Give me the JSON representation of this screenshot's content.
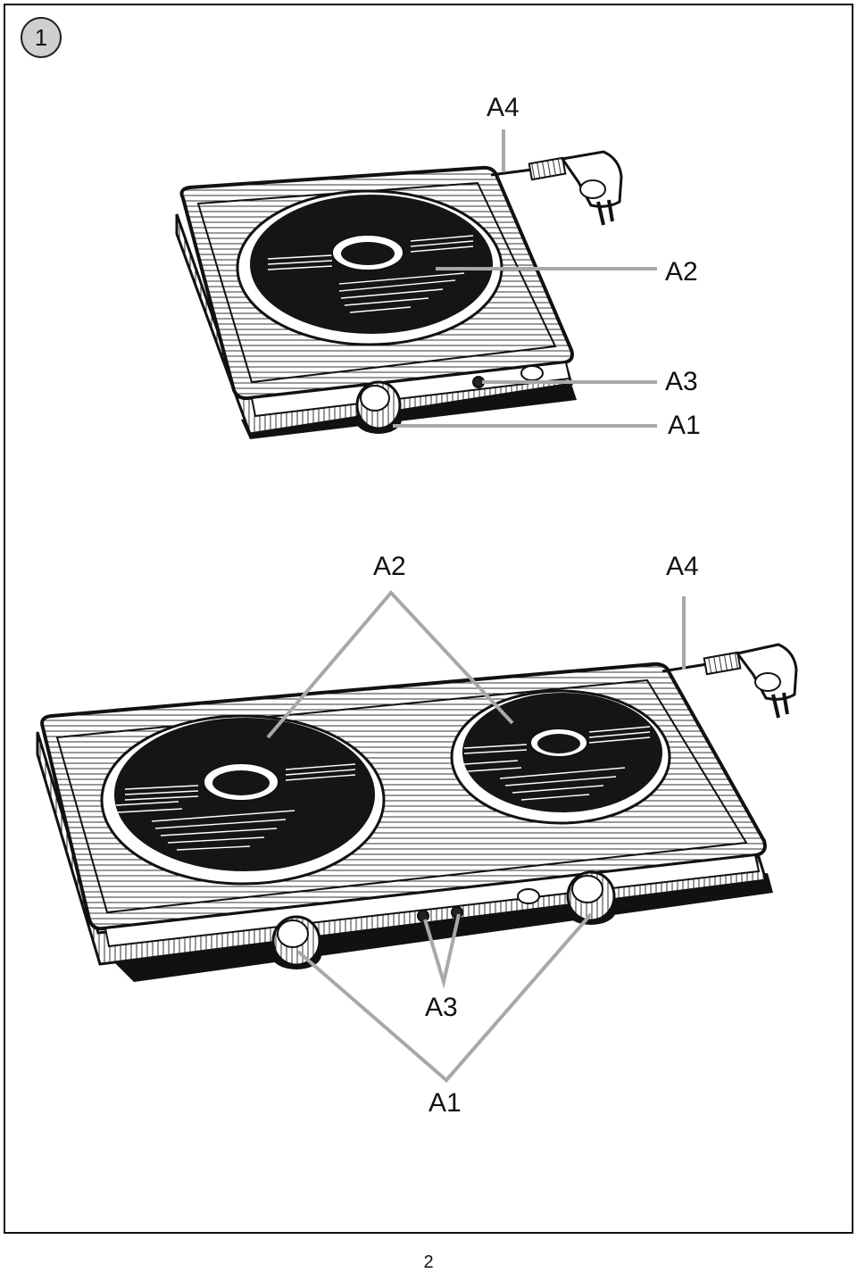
{
  "figure": {
    "number": "1"
  },
  "single_hotplate": {
    "labels": {
      "cord": "A4",
      "plate": "A2",
      "indicator": "A3",
      "knob": "A1"
    }
  },
  "double_hotplate": {
    "labels": {
      "plate": "A2",
      "cord": "A4",
      "indicator": "A3",
      "knob": "A1"
    }
  },
  "footer": {
    "page_number": "2"
  },
  "colors": {
    "leader_line": "#a8a8a8",
    "outline": "#111111",
    "plate": "#151515"
  }
}
